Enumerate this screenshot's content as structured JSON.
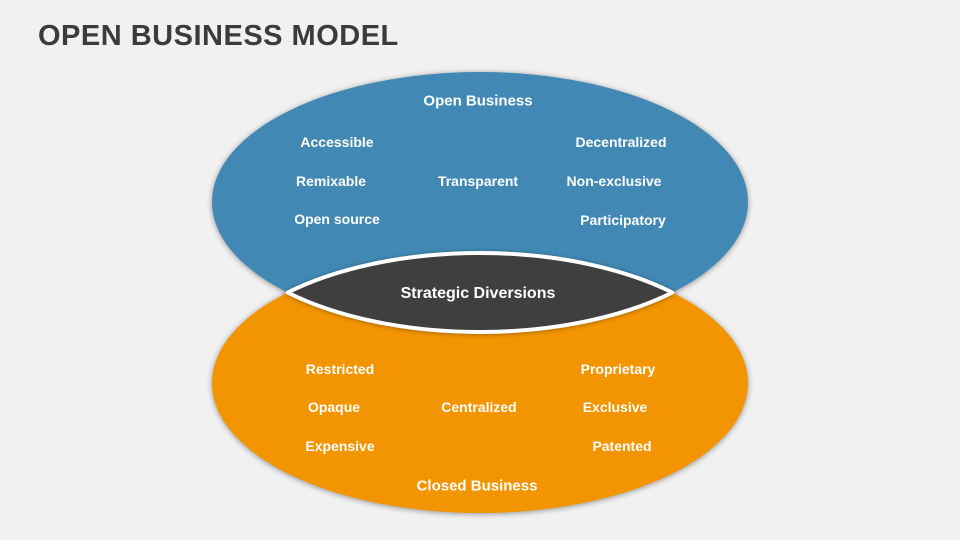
{
  "title": "OPEN BUSINESS MODEL",
  "colors": {
    "background": "#F1F1F1",
    "title_text": "#3B3B3B",
    "label_text": "#FFFFFF",
    "open_circle": "#4189B4",
    "closed_circle": "#F39500",
    "intersection": "#3F3F3F",
    "lens_border": "#FFFFFF"
  },
  "venn": {
    "top_circle": {
      "name": "Open Business",
      "color": "#4189B4",
      "items": [
        "Accessible",
        "Decentralized",
        "Remixable",
        "Transparent",
        "Non-exclusive",
        "Open source",
        "Participatory"
      ]
    },
    "bottom_circle": {
      "name": "Closed Business",
      "color": "#F39500",
      "items": [
        "Restricted",
        "Proprietary",
        "Opaque",
        "Centralized",
        "Exclusive",
        "Expensive",
        "Patented"
      ]
    },
    "intersection": {
      "name": "Strategic Diversions",
      "color": "#3F3F3F"
    }
  }
}
